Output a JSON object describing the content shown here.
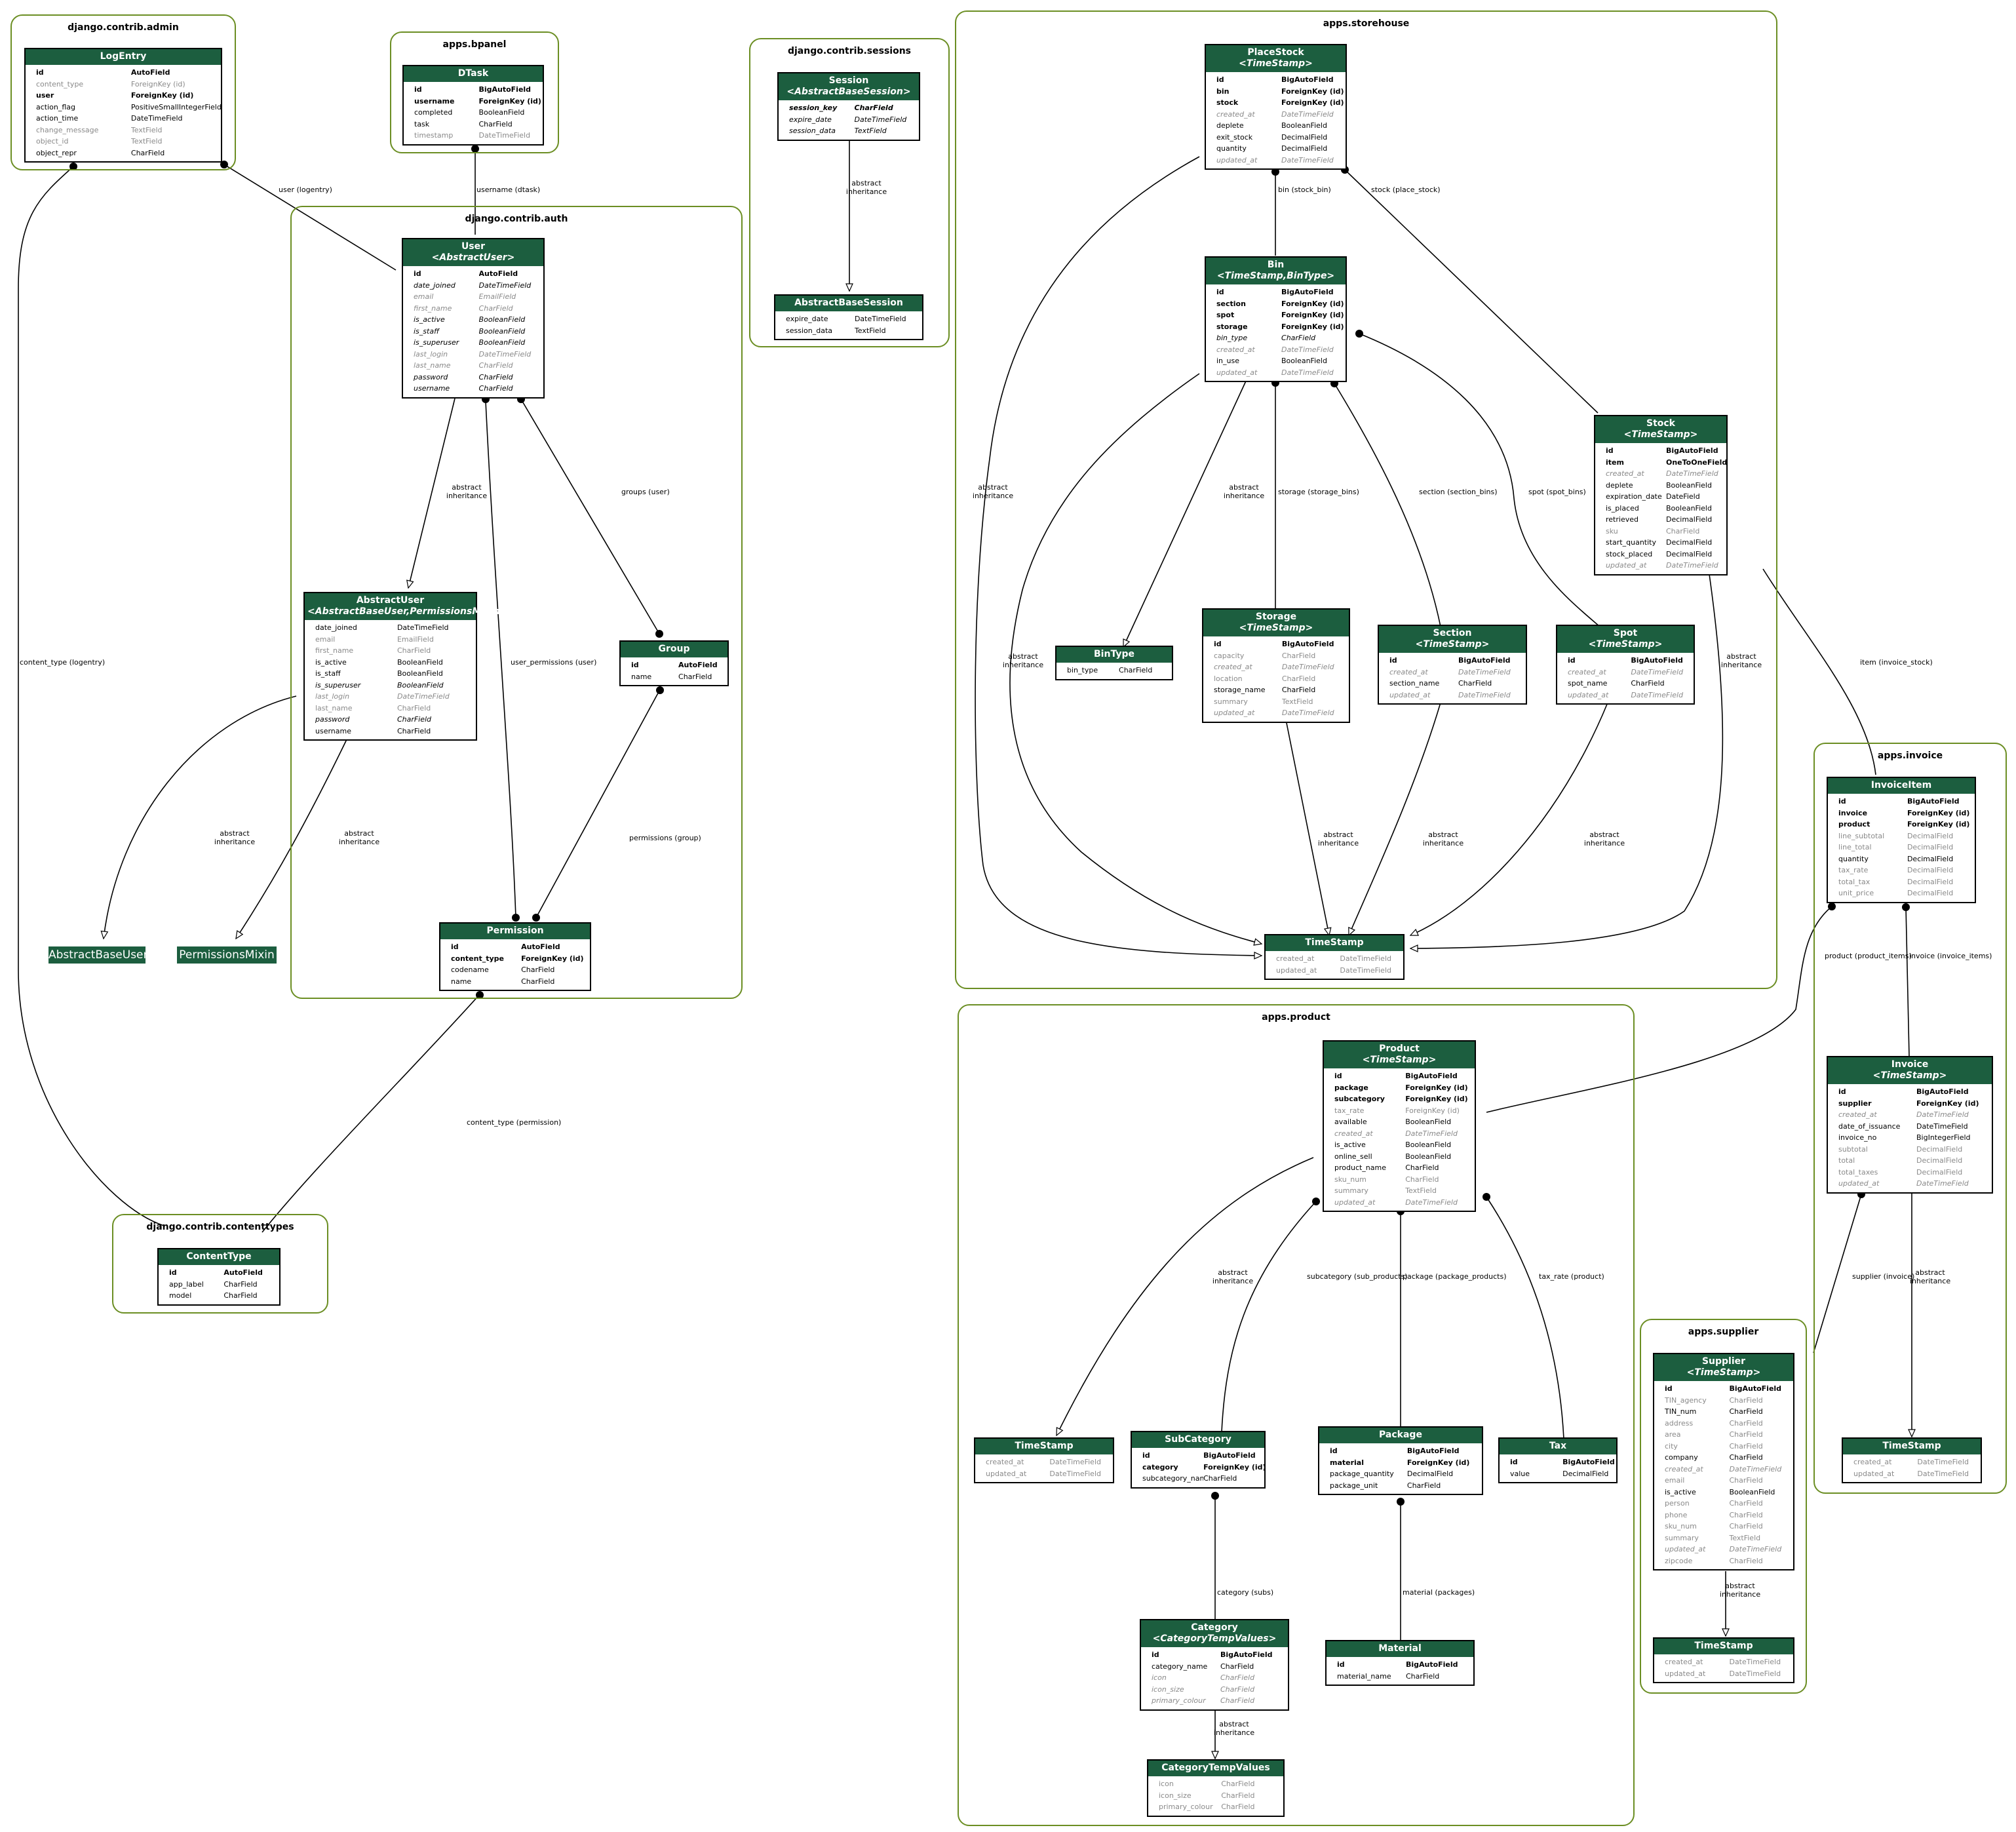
{
  "clusters": [
    {
      "id": "c-admin",
      "title": "django.contrib.admin"
    },
    {
      "id": "c-bpanel",
      "title": "apps.bpanel"
    },
    {
      "id": "c-sessions",
      "title": "django.contrib.sessions"
    },
    {
      "id": "c-storehouse",
      "title": "apps.storehouse"
    },
    {
      "id": "c-auth",
      "title": "django.contrib.auth"
    },
    {
      "id": "c-contenttypes",
      "title": "django.contrib.contenttypes"
    },
    {
      "id": "c-product",
      "title": "apps.product"
    },
    {
      "id": "c-invoice",
      "title": "apps.invoice"
    },
    {
      "id": "c-supplier",
      "title": "apps.supplier"
    }
  ],
  "models": [
    {
      "id": "LogEntry",
      "title": "LogEntry",
      "fields": [
        [
          "id",
          "AutoField",
          "b"
        ],
        [
          "content_type",
          "ForeignKey (id)",
          "g"
        ],
        [
          "user",
          "ForeignKey (id)",
          "b"
        ],
        [
          "action_flag",
          "PositiveSmallIntegerField",
          ""
        ],
        [
          "action_time",
          "DateTimeField",
          ""
        ],
        [
          "change_message",
          "TextField",
          "g"
        ],
        [
          "object_id",
          "TextField",
          "g"
        ],
        [
          "object_repr",
          "CharField",
          ""
        ]
      ]
    },
    {
      "id": "DTask",
      "title": "DTask",
      "fields": [
        [
          "id",
          "BigAutoField",
          "b"
        ],
        [
          "username",
          "ForeignKey (id)",
          "b"
        ],
        [
          "completed",
          "BooleanField",
          ""
        ],
        [
          "task",
          "CharField",
          ""
        ],
        [
          "timestamp",
          "DateTimeField",
          "g"
        ]
      ]
    },
    {
      "id": "Session",
      "title": "Session",
      "subtitle": "<AbstractBaseSession>",
      "fields": [
        [
          "session_key",
          "CharField",
          "bi"
        ],
        [
          "expire_date",
          "DateTimeField",
          "i"
        ],
        [
          "session_data",
          "TextField",
          "i"
        ]
      ]
    },
    {
      "id": "AbstractBaseSession",
      "title": "AbstractBaseSession",
      "fields": [
        [
          "expire_date",
          "DateTimeField",
          ""
        ],
        [
          "session_data",
          "TextField",
          ""
        ]
      ]
    },
    {
      "id": "User",
      "title": "User",
      "subtitle": "<AbstractUser>",
      "fields": [
        [
          "id",
          "AutoField",
          "b"
        ],
        [
          "date_joined",
          "DateTimeField",
          "i"
        ],
        [
          "email",
          "EmailField",
          "gi"
        ],
        [
          "first_name",
          "CharField",
          "gi"
        ],
        [
          "is_active",
          "BooleanField",
          "i"
        ],
        [
          "is_staff",
          "BooleanField",
          "i"
        ],
        [
          "is_superuser",
          "BooleanField",
          "i"
        ],
        [
          "last_login",
          "DateTimeField",
          "gi"
        ],
        [
          "last_name",
          "CharField",
          "gi"
        ],
        [
          "password",
          "CharField",
          "i"
        ],
        [
          "username",
          "CharField",
          "i"
        ]
      ]
    },
    {
      "id": "AbstractUser",
      "title": "AbstractUser",
      "subtitle": "<AbstractBaseUser,PermissionsMixin>",
      "fields": [
        [
          "date_joined",
          "DateTimeField",
          ""
        ],
        [
          "email",
          "EmailField",
          "g"
        ],
        [
          "first_name",
          "CharField",
          "g"
        ],
        [
          "is_active",
          "BooleanField",
          ""
        ],
        [
          "is_staff",
          "BooleanField",
          ""
        ],
        [
          "is_superuser",
          "BooleanField",
          "i"
        ],
        [
          "last_login",
          "DateTimeField",
          "gi"
        ],
        [
          "last_name",
          "CharField",
          "g"
        ],
        [
          "password",
          "CharField",
          "i"
        ],
        [
          "username",
          "CharField",
          ""
        ]
      ]
    },
    {
      "id": "Group",
      "title": "Group",
      "fields": [
        [
          "id",
          "AutoField",
          "b"
        ],
        [
          "name",
          "CharField",
          ""
        ]
      ]
    },
    {
      "id": "Permission",
      "title": "Permission",
      "fields": [
        [
          "id",
          "AutoField",
          "b"
        ],
        [
          "content_type",
          "ForeignKey (id)",
          "b"
        ],
        [
          "codename",
          "CharField",
          ""
        ],
        [
          "name",
          "CharField",
          ""
        ]
      ]
    },
    {
      "id": "ContentType",
      "title": "ContentType",
      "fields": [
        [
          "id",
          "AutoField",
          "b"
        ],
        [
          "app_label",
          "CharField",
          ""
        ],
        [
          "model",
          "CharField",
          ""
        ]
      ]
    },
    {
      "id": "PlaceStock",
      "title": "PlaceStock",
      "subtitle": "<TimeStamp>",
      "fields": [
        [
          "id",
          "BigAutoField",
          "b"
        ],
        [
          "bin",
          "ForeignKey (id)",
          "b"
        ],
        [
          "stock",
          "ForeignKey (id)",
          "b"
        ],
        [
          "created_at",
          "DateTimeField",
          "gi"
        ],
        [
          "deplete",
          "BooleanField",
          ""
        ],
        [
          "exit_stock",
          "DecimalField",
          ""
        ],
        [
          "quantity",
          "DecimalField",
          ""
        ],
        [
          "updated_at",
          "DateTimeField",
          "gi"
        ]
      ]
    },
    {
      "id": "Bin",
      "title": "Bin",
      "subtitle": "<TimeStamp,BinType>",
      "fields": [
        [
          "id",
          "BigAutoField",
          "b"
        ],
        [
          "section",
          "ForeignKey (id)",
          "b"
        ],
        [
          "spot",
          "ForeignKey (id)",
          "b"
        ],
        [
          "storage",
          "ForeignKey (id)",
          "b"
        ],
        [
          "bin_type",
          "CharField",
          "i"
        ],
        [
          "created_at",
          "DateTimeField",
          "gi"
        ],
        [
          "in_use",
          "BooleanField",
          ""
        ],
        [
          "updated_at",
          "DateTimeField",
          "gi"
        ]
      ]
    },
    {
      "id": "Stock",
      "title": "Stock",
      "subtitle": "<TimeStamp>",
      "fields": [
        [
          "id",
          "BigAutoField",
          "b"
        ],
        [
          "item",
          "OneToOneField (id)",
          "b"
        ],
        [
          "created_at",
          "DateTimeField",
          "gi"
        ],
        [
          "deplete",
          "BooleanField",
          ""
        ],
        [
          "expiration_date",
          "DateField",
          ""
        ],
        [
          "is_placed",
          "BooleanField",
          ""
        ],
        [
          "retrieved",
          "DecimalField",
          ""
        ],
        [
          "sku",
          "CharField",
          "g"
        ],
        [
          "start_quantity",
          "DecimalField",
          ""
        ],
        [
          "stock_placed",
          "DecimalField",
          ""
        ],
        [
          "updated_at",
          "DateTimeField",
          "gi"
        ]
      ]
    },
    {
      "id": "BinType",
      "title": "BinType",
      "fields": [
        [
          "bin_type",
          "CharField",
          ""
        ]
      ]
    },
    {
      "id": "Storage",
      "title": "Storage",
      "subtitle": "<TimeStamp>",
      "fields": [
        [
          "id",
          "BigAutoField",
          "b"
        ],
        [
          "capacity",
          "CharField",
          "g"
        ],
        [
          "created_at",
          "DateTimeField",
          "gi"
        ],
        [
          "location",
          "CharField",
          "g"
        ],
        [
          "storage_name",
          "CharField",
          ""
        ],
        [
          "summary",
          "TextField",
          "g"
        ],
        [
          "updated_at",
          "DateTimeField",
          "gi"
        ]
      ]
    },
    {
      "id": "Section",
      "title": "Section",
      "subtitle": "<TimeStamp>",
      "fields": [
        [
          "id",
          "BigAutoField",
          "b"
        ],
        [
          "created_at",
          "DateTimeField",
          "gi"
        ],
        [
          "section_name",
          "CharField",
          ""
        ],
        [
          "updated_at",
          "DateTimeField",
          "gi"
        ]
      ]
    },
    {
      "id": "Spot",
      "title": "Spot",
      "subtitle": "<TimeStamp>",
      "fields": [
        [
          "id",
          "BigAutoField",
          "b"
        ],
        [
          "created_at",
          "DateTimeField",
          "gi"
        ],
        [
          "spot_name",
          "CharField",
          ""
        ],
        [
          "updated_at",
          "DateTimeField",
          "gi"
        ]
      ]
    },
    {
      "id": "TimeStamp1",
      "title": "TimeStamp",
      "fields": [
        [
          "created_at",
          "DateTimeField",
          "g"
        ],
        [
          "updated_at",
          "DateTimeField",
          "g"
        ]
      ]
    },
    {
      "id": "InvoiceItem",
      "title": "InvoiceItem",
      "fields": [
        [
          "id",
          "BigAutoField",
          "b"
        ],
        [
          "invoice",
          "ForeignKey (id)",
          "b"
        ],
        [
          "product",
          "ForeignKey (id)",
          "b"
        ],
        [
          "line_subtotal",
          "DecimalField",
          "g"
        ],
        [
          "line_total",
          "DecimalField",
          "g"
        ],
        [
          "quantity",
          "DecimalField",
          ""
        ],
        [
          "tax_rate",
          "DecimalField",
          "g"
        ],
        [
          "total_tax",
          "DecimalField",
          "g"
        ],
        [
          "unit_price",
          "DecimalField",
          "g"
        ]
      ]
    },
    {
      "id": "Invoice",
      "title": "Invoice",
      "subtitle": "<TimeStamp>",
      "fields": [
        [
          "id",
          "BigAutoField",
          "b"
        ],
        [
          "supplier",
          "ForeignKey (id)",
          "b"
        ],
        [
          "created_at",
          "DateTimeField",
          "gi"
        ],
        [
          "date_of_issuance",
          "DateTimeField",
          ""
        ],
        [
          "invoice_no",
          "BigIntegerField",
          ""
        ],
        [
          "subtotal",
          "DecimalField",
          "g"
        ],
        [
          "total",
          "DecimalField",
          "g"
        ],
        [
          "total_taxes",
          "DecimalField",
          "g"
        ],
        [
          "updated_at",
          "DateTimeField",
          "gi"
        ]
      ]
    },
    {
      "id": "TimeStamp2",
      "title": "TimeStamp",
      "fields": [
        [
          "created_at",
          "DateTimeField",
          "g"
        ],
        [
          "updated_at",
          "DateTimeField",
          "g"
        ]
      ]
    },
    {
      "id": "Product",
      "title": "Product",
      "subtitle": "<TimeStamp>",
      "fields": [
        [
          "id",
          "BigAutoField",
          "b"
        ],
        [
          "package",
          "ForeignKey (id)",
          "b"
        ],
        [
          "subcategory",
          "ForeignKey (id)",
          "b"
        ],
        [
          "tax_rate",
          "ForeignKey (id)",
          "g"
        ],
        [
          "available",
          "BooleanField",
          ""
        ],
        [
          "created_at",
          "DateTimeField",
          "gi"
        ],
        [
          "is_active",
          "BooleanField",
          ""
        ],
        [
          "online_sell",
          "BooleanField",
          ""
        ],
        [
          "product_name",
          "CharField",
          ""
        ],
        [
          "sku_num",
          "CharField",
          "g"
        ],
        [
          "summary",
          "TextField",
          "g"
        ],
        [
          "updated_at",
          "DateTimeField",
          "gi"
        ]
      ]
    },
    {
      "id": "TimeStamp3",
      "title": "TimeStamp",
      "fields": [
        [
          "created_at",
          "DateTimeField",
          "g"
        ],
        [
          "updated_at",
          "DateTimeField",
          "g"
        ]
      ]
    },
    {
      "id": "SubCategory",
      "title": "SubCategory",
      "fields": [
        [
          "id",
          "BigAutoField",
          "b"
        ],
        [
          "category",
          "ForeignKey (id)",
          "b"
        ],
        [
          "subcategory_name",
          "CharField",
          ""
        ]
      ]
    },
    {
      "id": "Package",
      "title": "Package",
      "fields": [
        [
          "id",
          "BigAutoField",
          "b"
        ],
        [
          "material",
          "ForeignKey (id)",
          "b"
        ],
        [
          "package_quantity",
          "DecimalField",
          ""
        ],
        [
          "package_unit",
          "CharField",
          ""
        ]
      ]
    },
    {
      "id": "Tax",
      "title": "Tax",
      "fields": [
        [
          "id",
          "BigAutoField",
          "b"
        ],
        [
          "value",
          "DecimalField",
          ""
        ]
      ]
    },
    {
      "id": "Category",
      "title": "Category",
      "subtitle": "<CategoryTempValues>",
      "fields": [
        [
          "id",
          "BigAutoField",
          "b"
        ],
        [
          "category_name",
          "CharField",
          ""
        ],
        [
          "icon",
          "CharField",
          "gi"
        ],
        [
          "icon_size",
          "CharField",
          "gi"
        ],
        [
          "primary_colour",
          "CharField",
          "gi"
        ]
      ]
    },
    {
      "id": "Material",
      "title": "Material",
      "fields": [
        [
          "id",
          "BigAutoField",
          "b"
        ],
        [
          "material_name",
          "CharField",
          ""
        ]
      ]
    },
    {
      "id": "CategoryTempValues",
      "title": "CategoryTempValues",
      "fields": [
        [
          "icon",
          "CharField",
          "g"
        ],
        [
          "icon_size",
          "CharField",
          "g"
        ],
        [
          "primary_colour",
          "CharField",
          "g"
        ]
      ]
    },
    {
      "id": "Supplier",
      "title": "Supplier",
      "subtitle": "<TimeStamp>",
      "fields": [
        [
          "id",
          "BigAutoField",
          "b"
        ],
        [
          "TIN_agency",
          "CharField",
          "g"
        ],
        [
          "TIN_num",
          "CharField",
          ""
        ],
        [
          "address",
          "CharField",
          "g"
        ],
        [
          "area",
          "CharField",
          "g"
        ],
        [
          "city",
          "CharField",
          "g"
        ],
        [
          "company",
          "CharField",
          ""
        ],
        [
          "created_at",
          "DateTimeField",
          "gi"
        ],
        [
          "email",
          "CharField",
          "g"
        ],
        [
          "is_active",
          "BooleanField",
          ""
        ],
        [
          "person",
          "CharField",
          "g"
        ],
        [
          "phone",
          "CharField",
          "g"
        ],
        [
          "sku_num",
          "CharField",
          "g"
        ],
        [
          "summary",
          "TextField",
          "g"
        ],
        [
          "updated_at",
          "DateTimeField",
          "gi"
        ],
        [
          "zipcode",
          "CharField",
          "g"
        ]
      ]
    },
    {
      "id": "TimeStamp4",
      "title": "TimeStamp",
      "fields": [
        [
          "created_at",
          "DateTimeField",
          "g"
        ],
        [
          "updated_at",
          "DateTimeField",
          "g"
        ]
      ]
    }
  ],
  "plain_nodes": [
    {
      "id": "AbstractBaseUser",
      "label": "AbstractBaseUser"
    },
    {
      "id": "PermissionsMixin",
      "label": "PermissionsMixin"
    }
  ],
  "edge_labels": [
    "user (logentry)",
    "username (dtask)",
    "abstract\ninheritance",
    "content_type (logentry)",
    "groups (user)",
    "user_permissions (user)",
    "permissions (group)",
    "content_type (permission)",
    "bin (stock_bin)",
    "stock (place_stock)",
    "storage (storage_bins)",
    "section (section_bins)",
    "spot (spot_bins)",
    "item (invoice_stock)",
    "product (product_items)",
    "invoice (invoice_items)",
    "supplier (invoice)",
    "subcategory (sub_products)",
    "package (package_products)",
    "tax_rate (product)",
    "category (subs)",
    "material (packages)"
  ],
  "colors": {
    "header": "#1c5e3f",
    "cluster_border": "#6b8e23",
    "muted_text": "#8a8a8a"
  }
}
